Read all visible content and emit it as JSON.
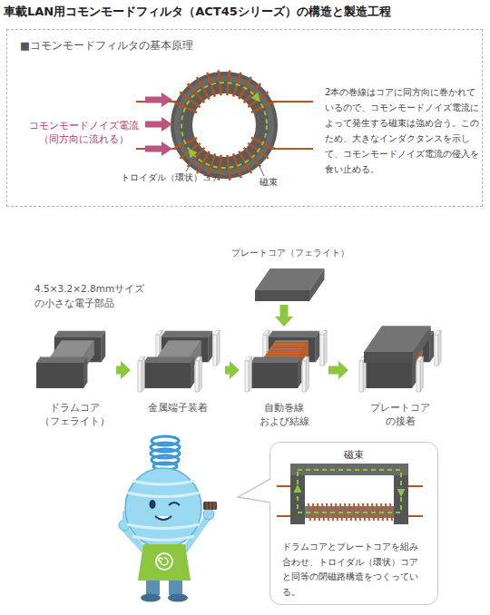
{
  "diagram": {
    "title": "車載LAN用コモンモードフィルタ（ACT45シリーズ）の構造と製造工程",
    "nodes": [
      {
        "text": [
          "■コモンモードフィルタの基本原理",
          "2本の巻線はコアに同方向に巻かれているので、コモンモードノイズ電流によって発生する磁束は強め合う。このため、大きなインダクタンスを示して、コモンモードノイズ電流の侵入を食い止める。"
        ]
      },
      {
        "text": [
          "プレートコア（フェライト）"
        ]
      },
      {
        "text": [
          "ドラムコア （フェライト）"
        ]
      },
      {
        "text": [
          "金属端子装着"
        ]
      },
      {
        "text": [
          "自動巻線 および結線"
        ]
      },
      {
        "text": [
          "プレートコア の接着"
        ]
      },
      {
        "text": [
          "磁束",
          "ドラムコアとプレートコアを組み合わせ、トロイダル（環状）コアと同等の閉磁路構造をつくっている。"
        ]
      }
    ],
    "edges": [
      {
        "from": 2,
        "to": 3,
        "arrow": "to"
      },
      {
        "from": 3,
        "to": 4,
        "arrow": "to"
      },
      {
        "from": 4,
        "to": 5,
        "arrow": "to"
      },
      {
        "from": 1,
        "to": 4,
        "arrow": "to"
      }
    ],
    "labels": [
      "コモンモードノイズ電流（同方向に流れる）",
      "トロイダル（環状）コア",
      "磁束",
      "4.5×3.2×2.8mmサイズ の小さな電子部品"
    ]
  }
}
